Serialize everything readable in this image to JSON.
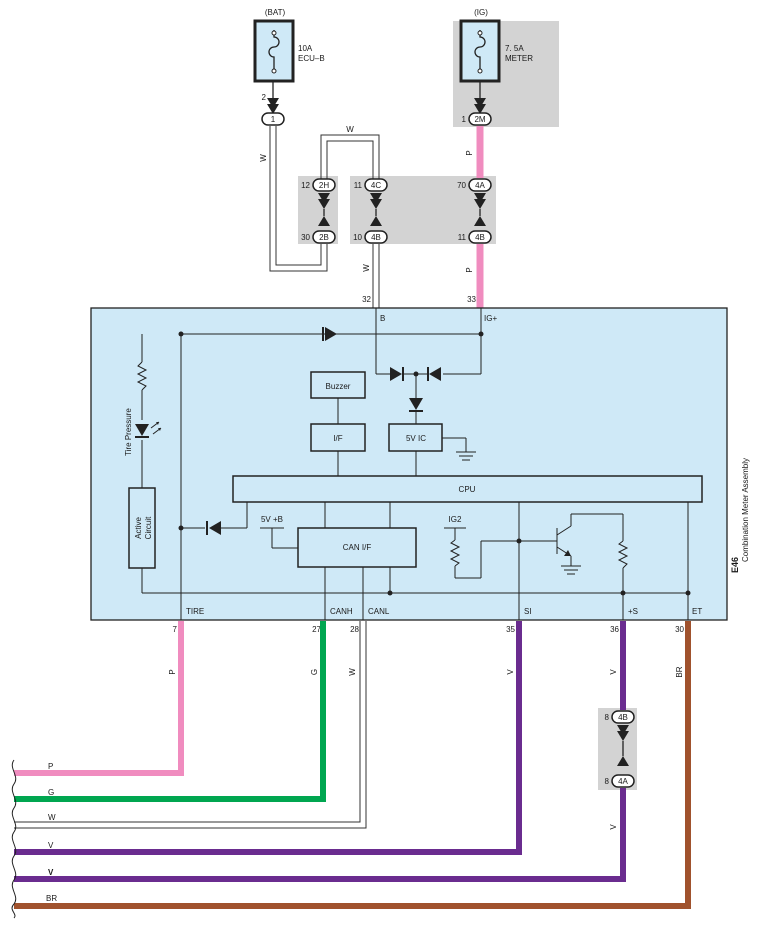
{
  "colors": {
    "panel_fill": "#cfe9f7",
    "grey_fill": "#d3d3d3",
    "fuse_fill": "#cfe9f7",
    "wire_pink": "#f08cbf",
    "wire_green": "#00a650",
    "wire_violet": "#6a2c8f",
    "wire_brown": "#a0522d",
    "wire_white_outline": "#333333"
  },
  "fuses": {
    "bat": {
      "supply": "(BAT)",
      "rating": "10A",
      "name": "ECU–B",
      "pin": "2",
      "connector": "1"
    },
    "ig": {
      "supply": "(IG)",
      "rating": "7. 5A",
      "name": "METER",
      "pin": "1",
      "connector": "2M"
    }
  },
  "junctions": {
    "j2H": {
      "connector": "2H",
      "pin": "12"
    },
    "j2B": {
      "connector": "2B",
      "pin": "30"
    },
    "j4C": {
      "connector": "4C",
      "pin": "11"
    },
    "j4B_top": {
      "connector": "4B",
      "pin": "10"
    },
    "j4A_top": {
      "connector": "4A",
      "pin": "70"
    },
    "j4B_ig": {
      "connector": "4B",
      "pin": "11"
    },
    "j4B_low": {
      "connector": "4B",
      "pin": "8"
    },
    "j4A_low": {
      "connector": "4A",
      "pin": "8"
    }
  },
  "wire_labels": {
    "w_bat": "W",
    "w_loop": "W",
    "w_32": "W",
    "p_ig1": "P",
    "p_ig2": "P",
    "tire": "P",
    "canh": "G",
    "canl": "W",
    "si": "V",
    "plus_s_1": "V",
    "plus_s_2": "V",
    "et": "BR"
  },
  "meter": {
    "id": "E46",
    "name": "Combination Meter Assembly",
    "pin_b_num": "32",
    "pin_b_label": "B",
    "pin_ig_num": "33",
    "pin_ig_label": "IG+",
    "buzzer": "Buzzer",
    "if_label": "I/F",
    "ic_5v": "5V IC",
    "cpu": "CPU",
    "can_if": "CAN I/F",
    "v5_b": "5V +B",
    "ig2": "IG2",
    "tire_pressure": "Tire Pressure",
    "active_circuit_1": "Active",
    "active_circuit_2": "Circuit",
    "bottom_pins": [
      {
        "num": "7",
        "label": "TIRE"
      },
      {
        "num": "27",
        "label": "CANH"
      },
      {
        "num": "28",
        "label": "CANL"
      },
      {
        "num": "35",
        "label": "SI"
      },
      {
        "num": "36",
        "label": "+S"
      },
      {
        "num": "30",
        "label": "ET"
      }
    ]
  },
  "left_labels": [
    "P",
    "G",
    "W",
    "V",
    "V",
    "BR"
  ]
}
